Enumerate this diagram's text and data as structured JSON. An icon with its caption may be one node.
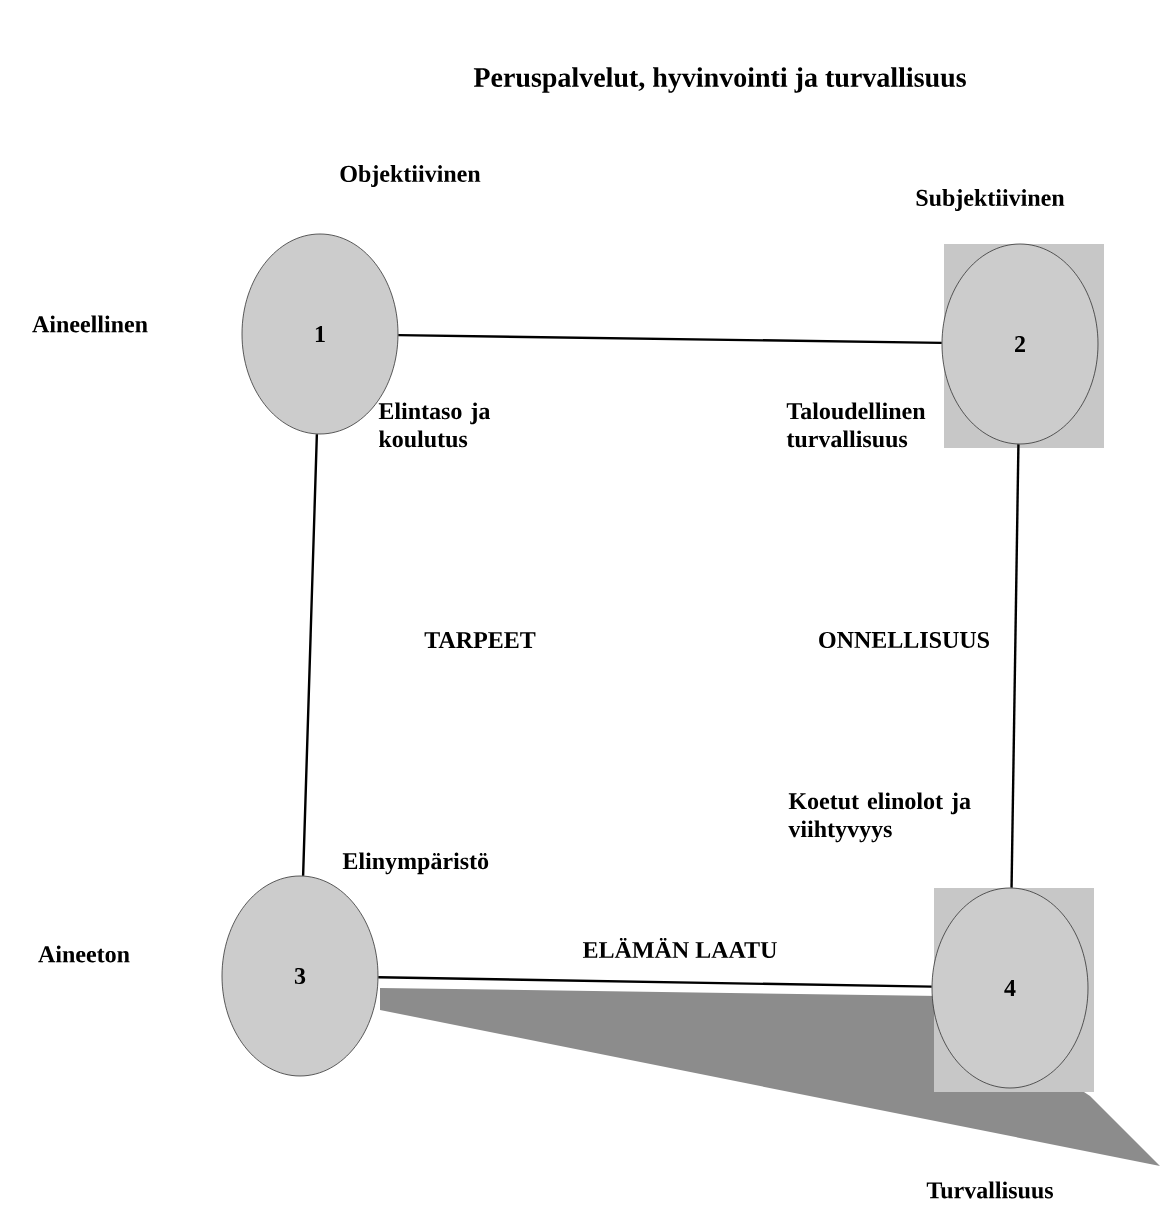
{
  "diagram": {
    "title": "Peruspalvelut, hyvinvointi ja turvallisuus",
    "nodes": [
      {
        "text": [
          "1"
        ],
        "beside": [
          "Elintaso ja koulutus"
        ]
      },
      {
        "text": [
          "2"
        ],
        "beside": [
          "Taloudellinen turvallisuus"
        ]
      },
      {
        "text": [
          "3"
        ],
        "beside": [
          "Elinympäristö"
        ]
      },
      {
        "text": [
          "4"
        ],
        "beside": [
          "Koetut elinolot ja viihtyvyys"
        ]
      }
    ],
    "edges": [
      {
        "from": 0,
        "to": 1,
        "arrow": "none"
      },
      {
        "from": 0,
        "to": 2,
        "arrow": "none"
      },
      {
        "from": 1,
        "to": 3,
        "arrow": "none"
      },
      {
        "from": 2,
        "to": 3,
        "arrow": "none",
        "label": "ELÄMÄN LAATU"
      }
    ],
    "labels": [
      "Objektiivinen",
      "Subjektiivinen",
      "Aineellinen",
      "TARPEET",
      "ONNELLISUUS",
      "Aineeton",
      "Turvallisuus"
    ]
  }
}
